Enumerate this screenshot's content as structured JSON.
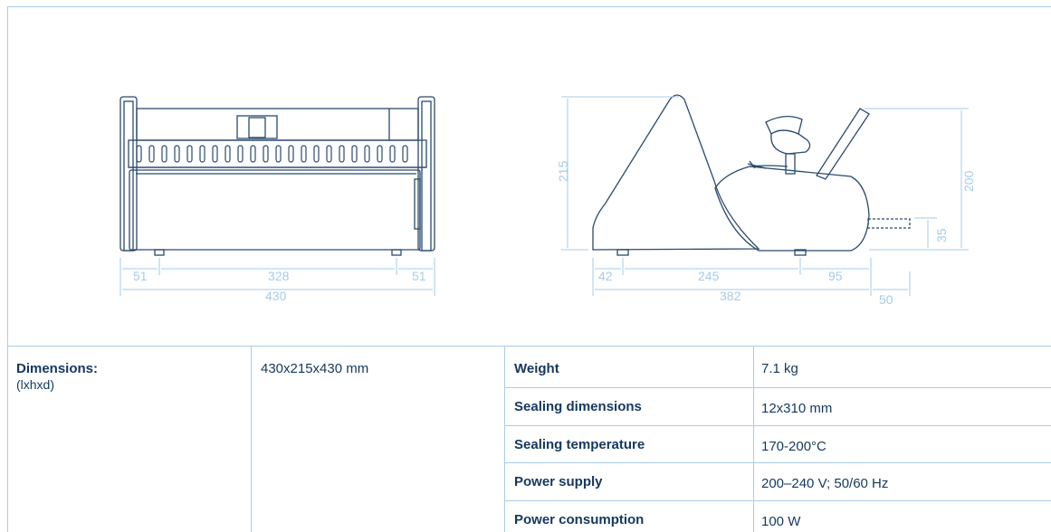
{
  "drawing": {
    "front_view": {
      "dims": [
        "51",
        "328",
        "51",
        "430"
      ]
    },
    "side_view": {
      "dims": [
        "215",
        "200",
        "35",
        "42",
        "245",
        "95",
        "382",
        "50"
      ]
    }
  },
  "specs": {
    "dimensions_label": "Dimensions:",
    "dimensions_sub": "(lxhxd)",
    "dimensions_value": "430x215x430 mm",
    "rows": [
      {
        "label": "Weight",
        "value": "7.1 kg"
      },
      {
        "label": "Sealing dimensions",
        "value": "12x310 mm"
      },
      {
        "label": "Sealing temperature",
        "value": "170-200°C"
      },
      {
        "label": "Power supply",
        "value": "200–240 V; 50/60 Hz"
      },
      {
        "label": "Power consumption",
        "value": "100 W"
      }
    ]
  },
  "colors": {
    "line": "#2a4a6e",
    "dim": "#a6cbe8",
    "border": "#a9cde6"
  }
}
